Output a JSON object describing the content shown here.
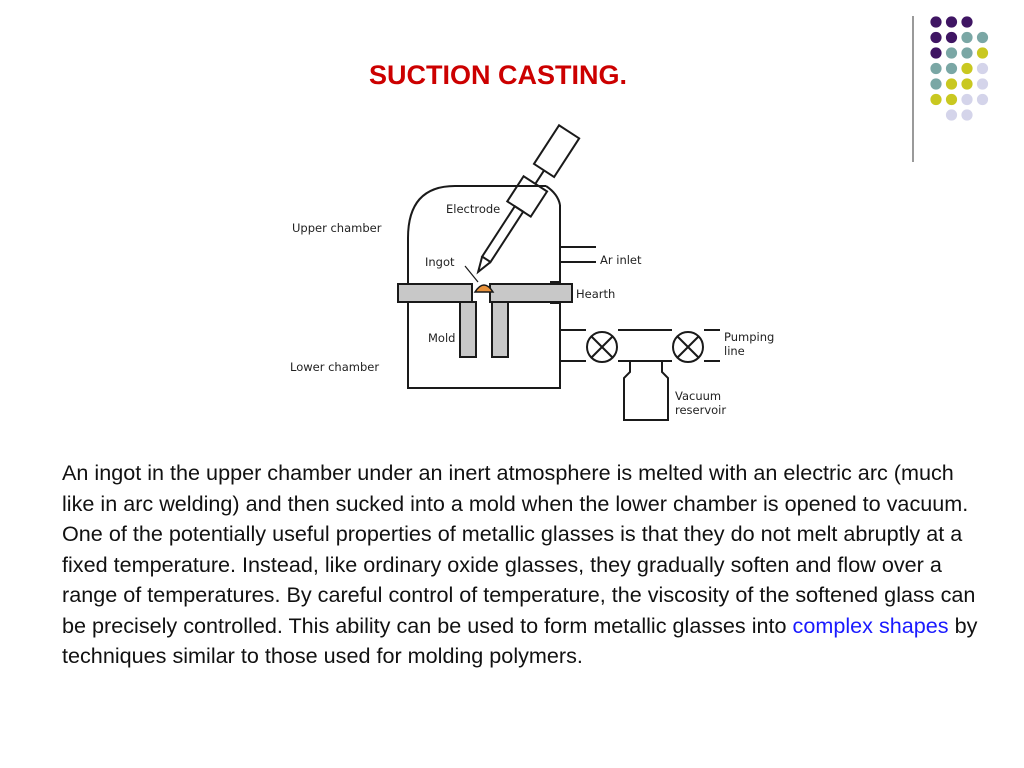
{
  "slide": {
    "title": "SUCTION CASTING.",
    "paragraph": {
      "before_link": "An ingot in the upper chamber under an inert atmosphere is melted with an electric arc (much like in arc welding) and then sucked into a mold when the lower chamber is opened to vacuum. One of the potentially useful properties of metallic glasses is that they do not melt abruptly at a fixed temperature. Instead, like ordinary oxide glasses, they gradually soften and flow over a range of temperatures. By careful control of temperature, the viscosity of the softened glass can be precisely controlled. This ability can be used to form metallic glasses into ",
      "link_text": "complex shapes",
      "after_link": " by techniques similar to those used for molding polymers."
    }
  },
  "diagram": {
    "labels": {
      "upper_chamber": "Upper chamber",
      "electrode": "Electrode",
      "ingot": "Ingot",
      "ar_inlet": "Ar inlet",
      "hearth": "Hearth",
      "mold": "Mold",
      "lower_chamber": "Lower chamber",
      "pumping_line_1": "Pumping",
      "pumping_line_2": "line",
      "vacuum_reservoir_1": "Vacuum",
      "vacuum_reservoir_2": "reservoir"
    }
  },
  "colors": {
    "title": "#cc0000",
    "link": "#1a1aff",
    "dot_purple": "#3f1563",
    "dot_teal": "#7aa7a5",
    "dot_yellow": "#c9c820",
    "dot_lavender": "#d4d4ea",
    "hearth_fill": "#c8c8c8",
    "ingot_fill": "#e8913a"
  },
  "decor": {
    "dot_grid": [
      [
        "dot_purple",
        "dot_purple",
        "dot_purple"
      ],
      [
        "dot_purple",
        "dot_purple",
        "dot_teal",
        "dot_teal"
      ],
      [
        "dot_purple",
        "dot_teal",
        "dot_teal",
        "dot_yellow"
      ],
      [
        "dot_teal",
        "dot_teal",
        "dot_yellow",
        "dot_lavender"
      ],
      [
        "dot_teal",
        "dot_yellow",
        "dot_yellow",
        "dot_lavender"
      ],
      [
        "dot_yellow",
        "dot_yellow",
        "dot_lavender",
        "dot_lavender"
      ],
      [
        "dot_lavender",
        "dot_lavender"
      ]
    ]
  }
}
